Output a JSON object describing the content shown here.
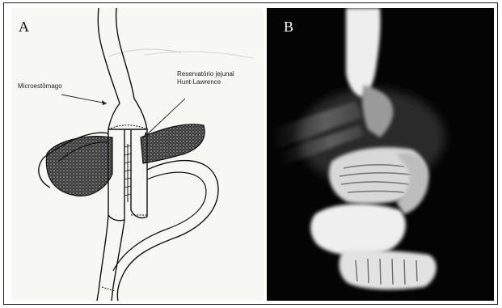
{
  "panels": {
    "a": {
      "letter": "A"
    },
    "b": {
      "letter": "B"
    }
  },
  "annotations": {
    "microestomago": "Microestômago",
    "reservatorio": "Reservatório jejunal Hunt-Lawrence"
  },
  "colors": {
    "frame": "#222222",
    "drawing_bg": "#f7f7f4",
    "xray_bg": "#040404",
    "contrast": "#f2f2f2"
  }
}
